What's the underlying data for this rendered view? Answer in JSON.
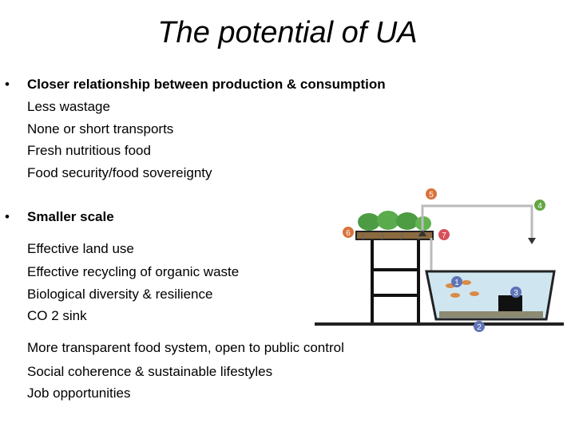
{
  "title": "The potential of UA",
  "bullets": [
    {
      "heading": "Closer relationship between production & consumption",
      "items": [
        "Less wastage",
        "None or short transports",
        "Fresh nutritious food",
        "Food security/food sovereignty"
      ]
    },
    {
      "heading": "Smaller scale",
      "items": [
        "Effective land use",
        "Effective recycling of organic waste",
        "Biological diversity & resilience",
        "CO 2 sink"
      ],
      "extra_items": [
        "More transparent food system,  open to public control",
        "Social coherence & sustainable lifestyles",
        "Job opportunities"
      ]
    }
  ],
  "bullet_symbol": "•",
  "diagram": {
    "markers": [
      "1",
      "2",
      "3",
      "4",
      "5",
      "6",
      "7"
    ],
    "colors": {
      "marker_blue": "#5f73b7",
      "marker_green": "#64a644",
      "marker_orange": "#d9733b",
      "marker_red": "#d8505a",
      "water": "#cfe6f1",
      "plant": "#4d9c43"
    }
  }
}
